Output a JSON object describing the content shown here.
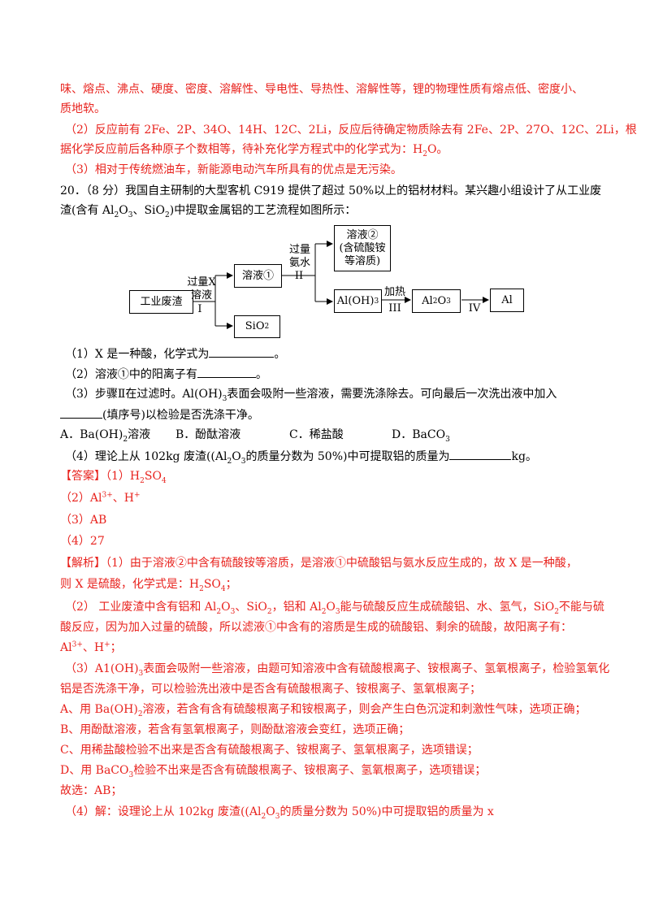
{
  "q19_cont": {
    "line1": "味、熔点、沸点、硬度、密度、溶解性、导电性、导热性、溶解性等，锂的物理性质有熔点低、密度小、",
    "line2": "质地软。",
    "p2_a": "（2）反应前有 2Fe、2P、34O、14H、12C、2Li，反应后待确定物质除去有 2Fe、2P、27O、12C、2Li，根",
    "p2_b": "据化学反应前后各种原子个数相等，待补充化学方程式中的化学式为：H",
    "p2_b_sub": "2",
    "p2_b_end": "O。",
    "p3": "（3）相对于传统燃油车，新能源电动汽车所具有的优点是无污染。"
  },
  "q20": {
    "stem_1": "20．（8 分）我国自主研制的大型客机 C919 提供了超过 50%以上的铝材材料。某兴趣小组设计了从工业废",
    "stem_2_a": "渣(含有 Al",
    "stem_2_b": "O",
    "stem_2_c": "、SiO",
    "stem_2_d": ")中提取金属铝的工艺流程如图所示：",
    "sub2": "2",
    "sub3": "3",
    "flow": {
      "waste": "工业废渣",
      "x_top": "过量X",
      "x_mid": "溶液",
      "step1": "I",
      "sol1": "溶液①",
      "sio2_a": "SiO",
      "ammonia_top": "过量",
      "ammonia_mid": "氨水",
      "step2": "II",
      "sol2_l1": "溶液②",
      "sol2_l2": "(含硫酸铵",
      "sol2_l3": "等溶质)",
      "aloh3_a": "Al(OH)",
      "heat": "加热",
      "step3": "III",
      "al2o3_a": "Al",
      "al2o3_b": "O",
      "step4": "IV",
      "al": "Al"
    },
    "q1": "（1）X 是一种酸，化学式为",
    "q1_end": "。",
    "q2": "（2）溶液①中的阳离子有",
    "q2_end": "。",
    "q3_a": "（3）步骤Ⅱ在过滤时。Al(OH)",
    "q3_b": "表面会吸附一些溶液，需要洗涤除去。可向最后一次洗出液中加入",
    "q3_c": "(填序号)以检验是否洗涤干净。",
    "optA": "A．Ba(OH)",
    "optA_end": "溶液",
    "optB": "B．酚酞溶液",
    "optC": "C．稀盐酸",
    "optD": "D．BaCO",
    "q4_a": "（4）理论上从 102kg 废渣((Al",
    "q4_b": "O",
    "q4_c": "的质量分数为 50%)中可提取铝的质量为",
    "q4_end": "kg。"
  },
  "answer": {
    "tag": "【答案】",
    "a1": "（1）H",
    "a1_b": "SO",
    "a2": "（2）Al",
    "a2_sup": "3+",
    "a2_b": "、H",
    "a2_sup2": "+",
    "a3": "（3）AB",
    "a4": "（4）27"
  },
  "analysis": {
    "tag": "【解析】",
    "p1_a": "（1）由于溶液②中含有硫酸铵等溶质，是溶液①中硫酸铝与氨水反应生成的，故 X 是一种酸，",
    "p1_b": "则 X 是硫酸，化学式是：H",
    "p1_b2": "SO",
    "p1_b3": "；",
    "p2_a": "（2） 工业废渣中含有铝和 Al",
    "p2_b": "O",
    "p2_c": "、SiO",
    "p2_d": "，铝和 Al",
    "p2_e": "能与硫酸反应生成硫酸铝、水、氢气，SiO",
    "p2_f": "不能与硫",
    "p2_line2": "酸反应，因为加入过量的硫酸，所以滤液①中含有的溶质是生成的硫酸铝、剩余的硫酸，故阳离子有：",
    "p2_line3_a": "Al",
    "p2_line3_b": "、H",
    "p2_line3_c": "；",
    "p3_a": "（3）A1(OH)",
    "p3_b": "表面会吸附一些溶液，由题可知溶液中含有硫酸根离子、铵根离子、氢氧根离子，检验氢氧化",
    "p3_line2": "铝是否洗涤干净，可以检验洗出液中是否含有硫酸根离子、铵根离子、氢氧根离子；",
    "lA_a": "A、用 Ba(OH)",
    "lA_b": "溶液，若含有含有硫酸根离子和铵根离子，则会产生白色沉淀和刺激性气味，选项正确；",
    "lB": "B、用酚酞溶液，若含有氢氧根离子，则酚酞溶液会变红，选项正确；",
    "lC": "C、用稀盐酸检验不出来是否含有硫酸根离子、铵根离子、氢氧根离子，选项错误；",
    "lD_a": "D、用 BaCO",
    "lD_b": "检验不出来是否含有硫酸根离子、铵根离子、氢氧根离子，选项错误；",
    "choose": "故选：AB；",
    "p4_a": "（4）解：设理论上从 102kg 废渣((Al",
    "p4_b": "O",
    "p4_c": "的质量分数为 50%)中可提取铝的质量为 x"
  }
}
